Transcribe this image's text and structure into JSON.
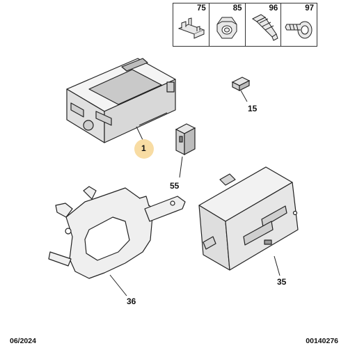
{
  "small_parts": [
    {
      "number": "75",
      "icon": "clip-fastener-icon"
    },
    {
      "number": "85",
      "icon": "nut-icon"
    },
    {
      "number": "96",
      "icon": "stud-pin-icon"
    },
    {
      "number": "97",
      "icon": "screw-icon"
    }
  ],
  "callouts": {
    "part_1": "1",
    "part_15": "15",
    "part_55": "55",
    "part_36": "36",
    "part_35": "35"
  },
  "footer": {
    "date": "06/2024",
    "reference": "00140276"
  },
  "colors": {
    "highlight": "#f8dca3",
    "line": "#222222"
  }
}
